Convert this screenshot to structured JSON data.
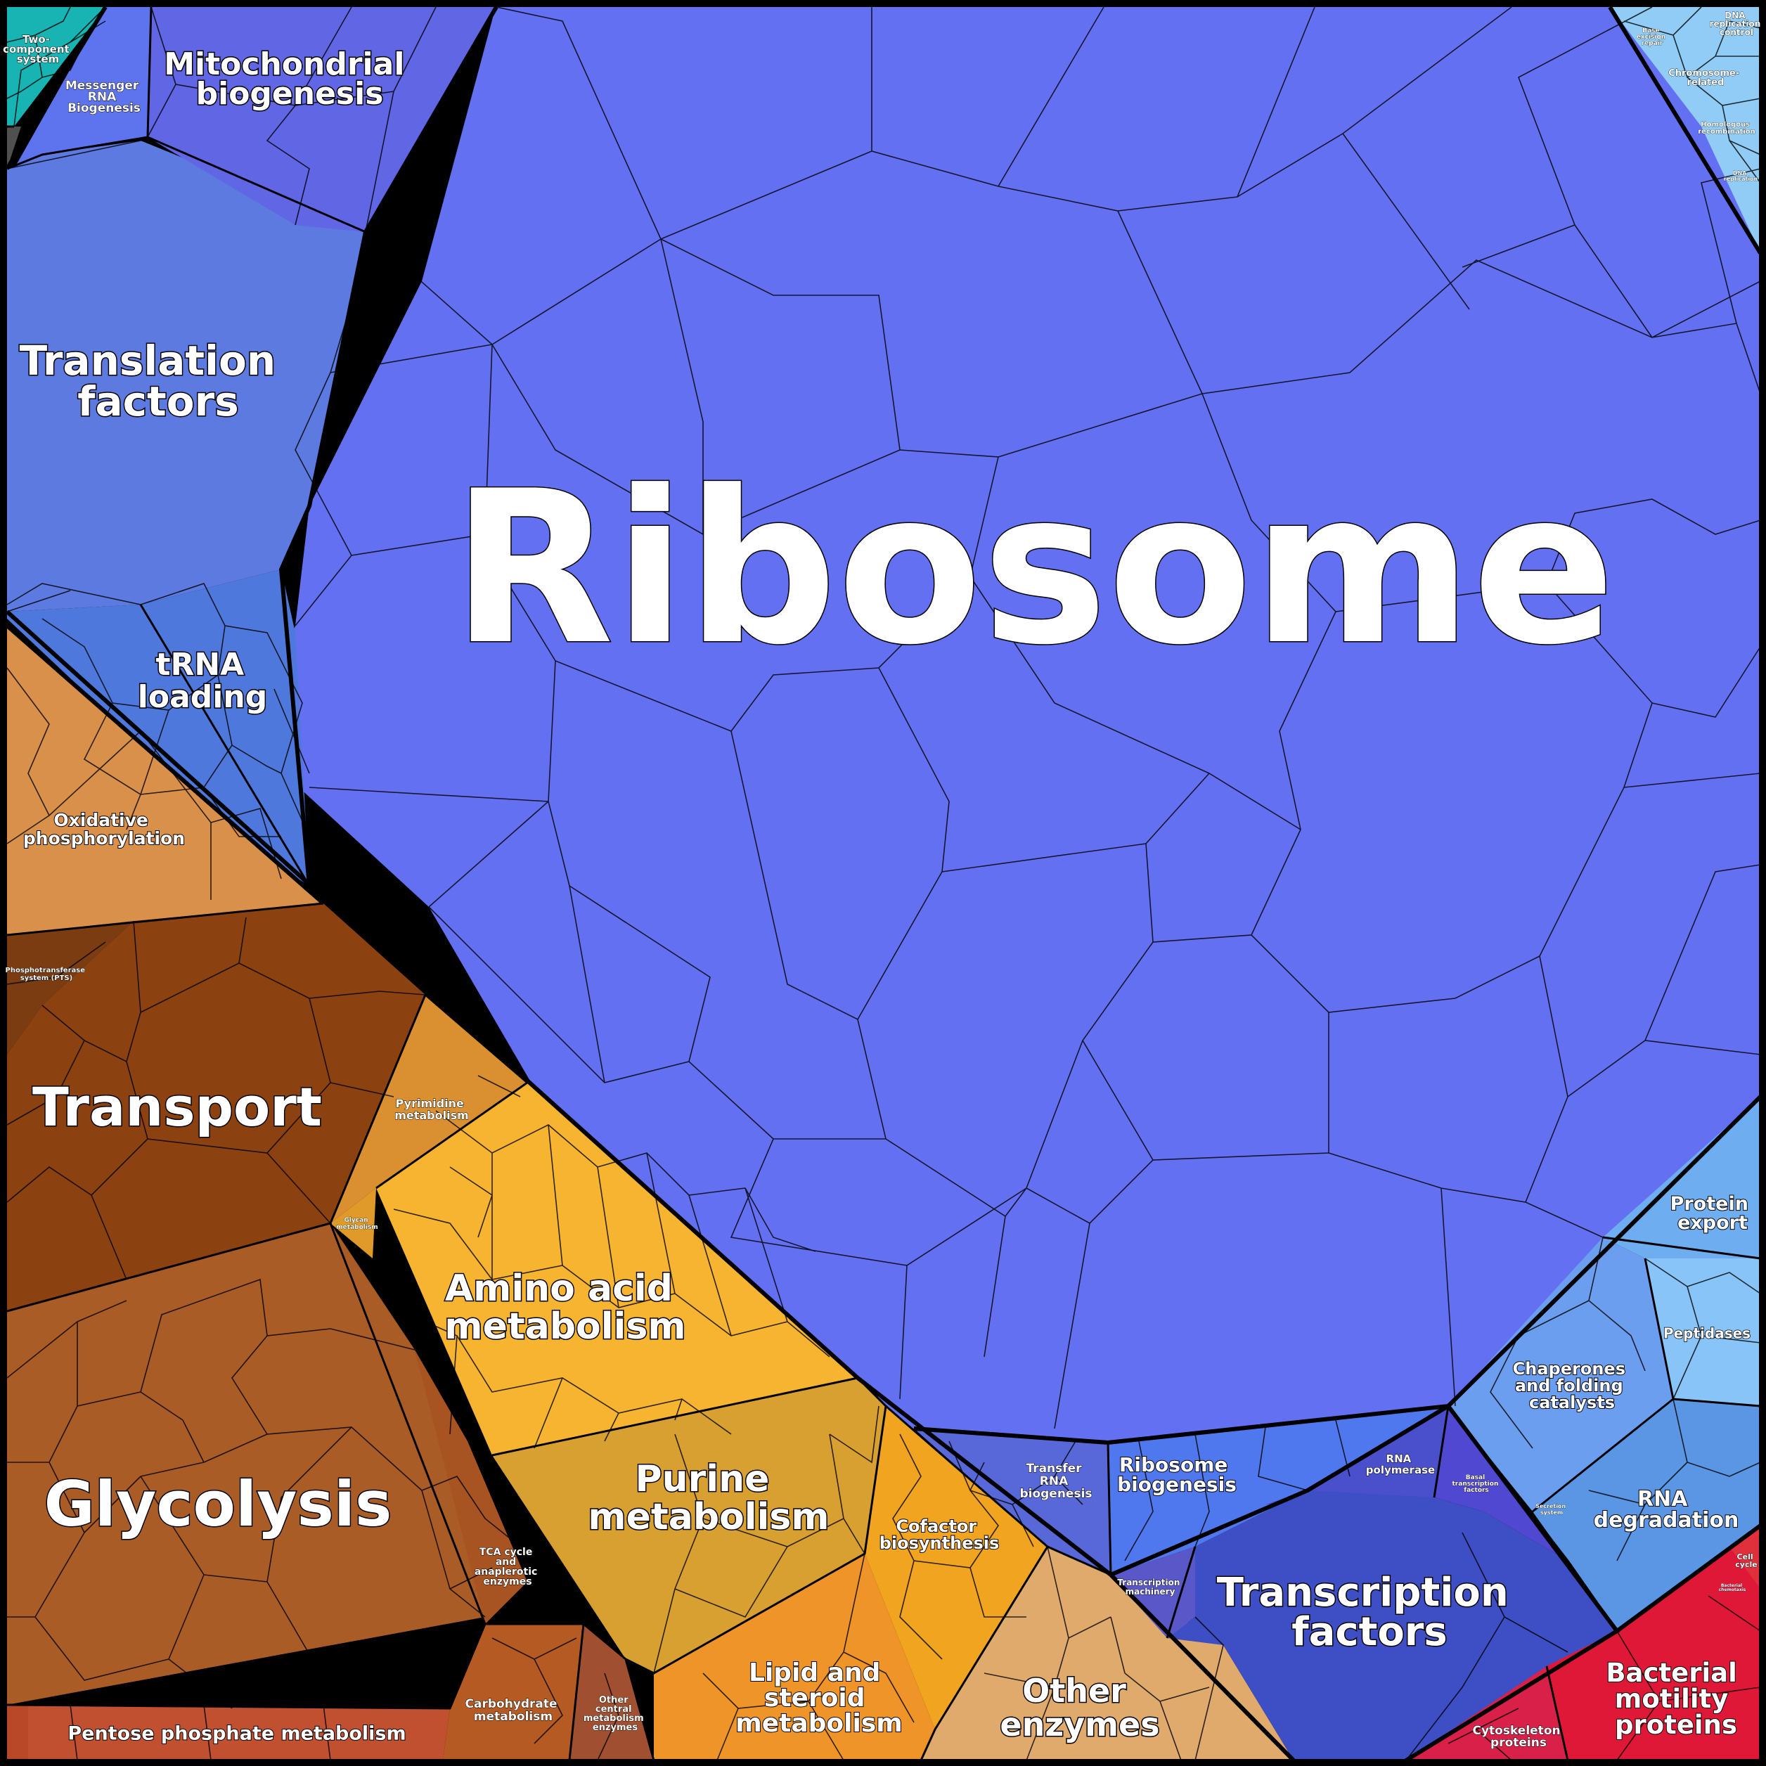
{
  "colors": {
    "border": "#000000",
    "ribosome": "#6470f2",
    "translation_factors": "#5c7ae0",
    "trna_loading": "#4f78dc",
    "mitochondrial_biogenesis": "#6066e4",
    "messenger_rna_biogenesis": "#5e74ee",
    "two_component": "#18b4b4",
    "oxidative_phosphorylation": "#d8904a",
    "transport": "#8c4210",
    "phosphotransferase": "#7a3c10",
    "glycolysis": "#aa5c26",
    "pentose_phosphate": "#c05030",
    "tca": "#a85422",
    "carbohydrate": "#b45a22",
    "other_central": "#a05030",
    "pyrimidine": "#da9030",
    "amino_acid": "#f6b430",
    "purine": "#d8a030",
    "cofactor": "#f0a420",
    "lipid": "#ee9428",
    "other_enzymes": "#e0aa6c",
    "transfer_rna": "#5868d8",
    "ribosome_biogenesis": "#5078ee",
    "rna_polymerase": "#4a50cc",
    "basal_tf": "#5048d0",
    "transcription_machinery": "#5a58c8",
    "transcription_factors": "#3e4ec4",
    "protein_export": "#6eaef0",
    "peptidases": "#88c4f8",
    "chaperones": "#6c9ef0",
    "rna_degradation": "#5a96e4",
    "bacterial_motility": "#e01838",
    "cytoskeleton": "#d82048",
    "dna_repair": "#90ccf6"
  },
  "icons": [
    "gear-icon"
  ],
  "labels": {
    "ribosome": "Ribosome",
    "translation_factors": [
      "Translation",
      "factors"
    ],
    "trna_loading": [
      "tRNA",
      "loading"
    ],
    "mitochondrial_biogenesis": [
      "Mitochondrial",
      "biogenesis"
    ],
    "messenger_rna_biogenesis": [
      "Messenger",
      "RNA",
      "Biogenesis"
    ],
    "two_component": [
      "Two-",
      "component",
      "system"
    ],
    "oxidative_phosphorylation": [
      "Oxidative",
      "phosphorylation"
    ],
    "phosphotransferase": [
      "Phosphotransferase",
      "system (PTS)"
    ],
    "transport": "Transport",
    "glycolysis": "Glycolysis",
    "pentose_phosphate": "Pentose phosphate metabolism",
    "tca": [
      "TCA cycle",
      "and",
      "anaplerotic",
      "enzymes"
    ],
    "carbohydrate": [
      "Carbohydrate",
      "metabolism"
    ],
    "other_central": [
      "Other",
      "central",
      "metabolism",
      "enzymes"
    ],
    "pyrimidine": [
      "Pyrimidine",
      "metabolism"
    ],
    "glycan": [
      "Glycan",
      "metabolism"
    ],
    "amino_acid": [
      "Amino acid",
      "metabolism"
    ],
    "purine": [
      "Purine",
      "metabolism"
    ],
    "cofactor": [
      "Cofactor",
      "biosynthesis"
    ],
    "lipid": [
      "Lipid and",
      "steroid",
      "metabolism"
    ],
    "other_enzymes": [
      "Other",
      "enzymes"
    ],
    "transfer_rna": [
      "Transfer",
      "RNA",
      "biogenesis"
    ],
    "ribosome_biogenesis": [
      "Ribosome",
      "biogenesis"
    ],
    "rna_polymerase": [
      "RNA",
      "polymerase"
    ],
    "basal_tf": [
      "Basal",
      "transcription",
      "factors"
    ],
    "transcription_machinery": [
      "Transcription",
      "machinery"
    ],
    "transcription_factors": [
      "Transcription",
      "factors"
    ],
    "protein_export": [
      "Protein",
      "export"
    ],
    "peptidases": "Peptidases",
    "chaperones": [
      "Chaperones",
      "and folding",
      "catalysts"
    ],
    "secretion": [
      "Secretion",
      "system"
    ],
    "rna_degradation": [
      "RNA",
      "degradation"
    ],
    "bacterial_motility": [
      "Bacterial",
      "motility",
      "proteins"
    ],
    "cytoskeleton": [
      "Cytoskeleton",
      "proteins"
    ],
    "cell_cycle": [
      "Cell",
      "cycle"
    ],
    "bacterial_chemotaxis": [
      "Bacterial",
      "chemotaxis"
    ],
    "base_excision": [
      "Base",
      "excision",
      "repair"
    ],
    "dna_replication_control": [
      "DNA",
      "replication",
      "control"
    ],
    "chromosome_related": [
      "Chromosome-",
      "related"
    ],
    "homologous_recombination": [
      "Homologous",
      "recombination"
    ],
    "dna_replication": [
      "DNA",
      "replication"
    ]
  }
}
